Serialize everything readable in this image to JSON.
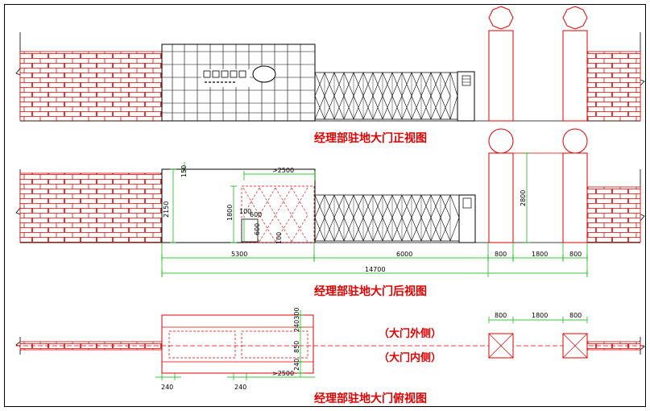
{
  "titles": {
    "front": "经理部驻地大门正视图",
    "back": "经理部驻地大门后视图",
    "top": "经理部驻地大门俯视图"
  },
  "sides": {
    "outside": "（大门外侧）",
    "inside": "（大门内侧）"
  },
  "dimensions": {
    "d150": "150",
    "d2150": "2150",
    "d_gt2500_back": ">2500",
    "d1800_left": "1800",
    "d100a": "100",
    "d600a": "600",
    "d600b": "600",
    "d100b": "100",
    "d2800": "2800",
    "d5300": "5300",
    "d6000": "6000",
    "d800a": "800",
    "d1800": "1800",
    "d800b": "800",
    "d14700": "14700",
    "d240_300": "240300",
    "d850": "850",
    "d240_side": "240",
    "d_gt2500_top": ">2500",
    "d240_a": "240",
    "d240_b": "240",
    "d800_top_a": "800",
    "d1800_top": "1800",
    "d800_top_b": "800"
  },
  "colors": {
    "brick": "#e00000",
    "drawing": "#000000",
    "dimension": "#00b000",
    "title": "#e00000",
    "frame": "#000000"
  },
  "icons": [
    "gate-pillar-icon",
    "sliding-gate-icon",
    "guard-box-icon",
    "brick-wall-icon"
  ]
}
